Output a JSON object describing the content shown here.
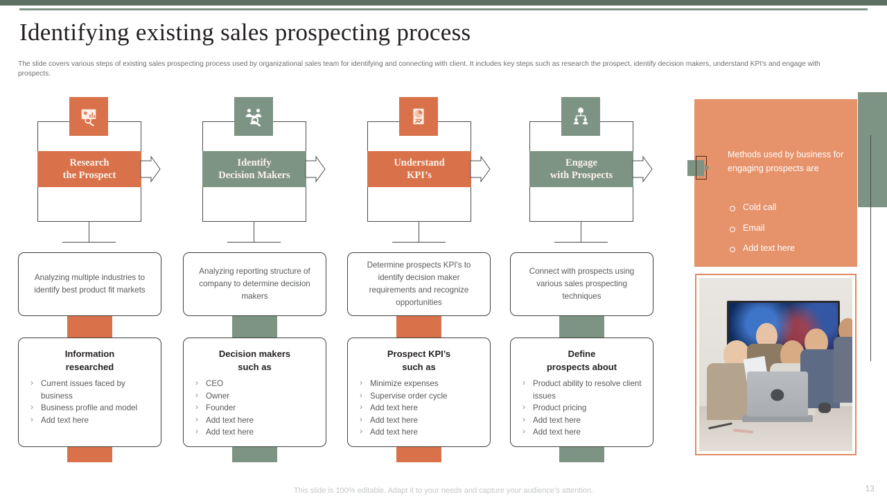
{
  "theme": {
    "orange": "#d9714a",
    "orange_light": "#e6926a",
    "green": "#7d9484",
    "green_dark": "#5f6f63",
    "border": "#3f3f3d",
    "text_gray": "#58595b",
    "title_color": "#231f20"
  },
  "header": {
    "title": "Identifying existing sales prospecting process",
    "subtitle": "The slide covers various steps of existing sales prospecting process used by organizational sales team for identifying and connecting with client. It includes key steps such as research the prospect, identify decision makers, understand KPI's and engage with prospects."
  },
  "steps": [
    {
      "icon_name": "research-board-magnifier-icon",
      "color": "#d9714a",
      "title_line1": "Research",
      "title_line2": "the Prospect",
      "description": "Analyzing multiple industries to identify best product fit markets",
      "bullet_title_line1": "Information",
      "bullet_title_line2": "researched",
      "bullets": [
        "Current issues faced by business",
        "Business profile and model",
        "Add text here"
      ]
    },
    {
      "icon_name": "people-group-magnifier-icon",
      "color": "#7d9484",
      "title_line1": "Identify",
      "title_line2": "Decision Makers",
      "description": "Analyzing reporting structure of company to determine decision makers",
      "bullet_title_line1": "Decision makers",
      "bullet_title_line2": "such as",
      "bullets": [
        "CEO",
        "Owner",
        "Founder",
        "Add text here",
        "Add text here"
      ]
    },
    {
      "icon_name": "kpi-report-chart-icon",
      "color": "#d9714a",
      "title_line1": "Understand",
      "title_line2": "KPI’s",
      "description": "Determine prospects KPI's to identify decision maker requirements and recognize opportunities",
      "bullet_title_line1": "Prospect KPI’s",
      "bullet_title_line2": "such as",
      "bullets": [
        "Minimize expenses",
        "Supervise order cycle",
        "Add text here",
        "Add text here",
        "Add text here"
      ]
    },
    {
      "icon_name": "org-network-briefcase-icon",
      "color": "#7d9484",
      "title_line1": "Engage",
      "title_line2": "with Prospects",
      "description": "Connect with prospects using various sales prospecting techniques",
      "bullet_title_line1": "Define",
      "bullet_title_line2": "prospects about",
      "bullets": [
        "Product ability to resolve client issues",
        "Product pricing",
        "Add text here",
        "Add text here"
      ]
    }
  ],
  "right_panel": {
    "intro": "Methods used by business for engaging prospects are",
    "items": [
      "Cold call",
      "Email",
      "Add text here"
    ],
    "photo_name": "team-around-laptop-photo"
  },
  "footer": {
    "note": "This slide is 100% editable. Adapt it to your needs and capture your audience’s attention.",
    "page_number": "13"
  }
}
